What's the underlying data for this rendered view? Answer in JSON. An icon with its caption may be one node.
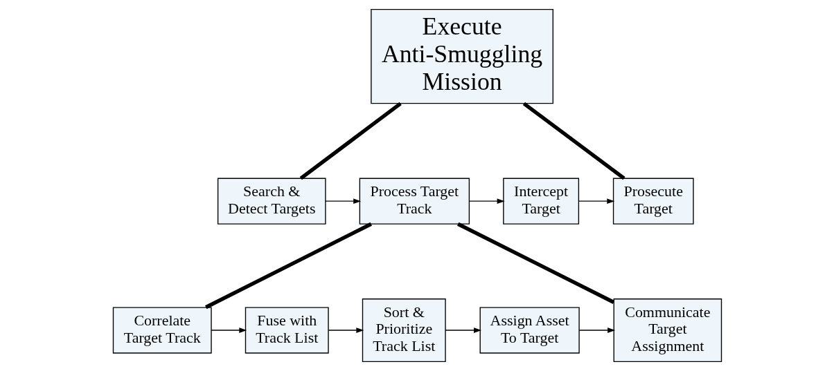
{
  "diagram": {
    "nodes": [
      {
        "text": [
          "Execute Anti-Smuggling Mission"
        ]
      },
      {
        "text": [
          "Search & Detect Targets"
        ]
      },
      {
        "text": [
          "Process Target Track"
        ]
      },
      {
        "text": [
          "Intercept Target"
        ]
      },
      {
        "text": [
          "Prosecute Target"
        ]
      },
      {
        "text": [
          "Correlate Target Track"
        ]
      },
      {
        "text": [
          "Fuse with Track List"
        ]
      },
      {
        "text": [
          "Sort & Prioritize Track List"
        ]
      },
      {
        "text": [
          "Assign Asset To Target"
        ]
      },
      {
        "text": [
          "Communicate Target Assignment"
        ]
      }
    ],
    "edges": [
      {
        "from": 0,
        "to": 1,
        "arrow": "none",
        "style": "thick"
      },
      {
        "from": 0,
        "to": 4,
        "arrow": "none",
        "style": "thick"
      },
      {
        "from": 1,
        "to": 2,
        "arrow": "to"
      },
      {
        "from": 2,
        "to": 3,
        "arrow": "to"
      },
      {
        "from": 3,
        "to": 4,
        "arrow": "to"
      },
      {
        "from": 2,
        "to": 5,
        "arrow": "none",
        "style": "thick"
      },
      {
        "from": 2,
        "to": 9,
        "arrow": "none",
        "style": "thick"
      },
      {
        "from": 5,
        "to": 6,
        "arrow": "to"
      },
      {
        "from": 6,
        "to": 7,
        "arrow": "to"
      },
      {
        "from": 7,
        "to": 8,
        "arrow": "to"
      },
      {
        "from": 8,
        "to": 9,
        "arrow": "to"
      }
    ]
  }
}
